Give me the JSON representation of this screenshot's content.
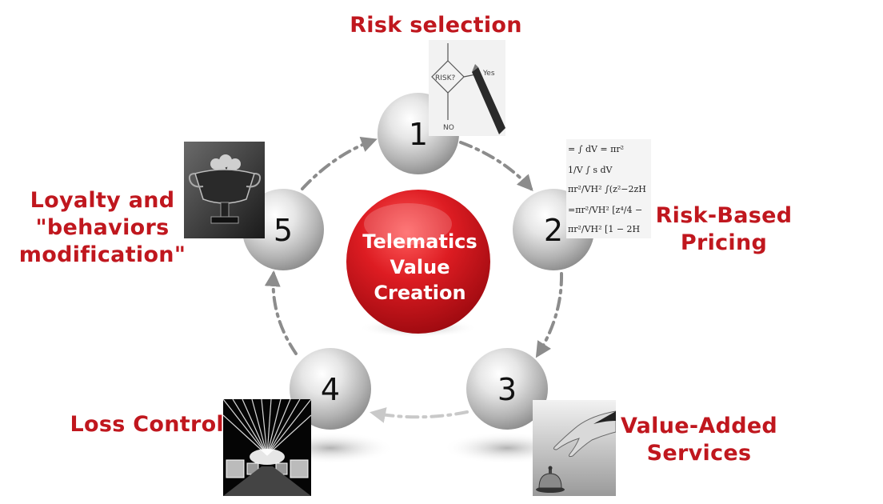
{
  "center": {
    "line1": "Telematics",
    "line2": "Value",
    "line3": "Creation",
    "color": "#c8151b"
  },
  "steps": [
    {
      "number": "1",
      "label": "Risk selection",
      "photo_icon": "flowchart-pen-icon"
    },
    {
      "number": "2",
      "label_line1": "Risk-Based",
      "label_line2": "Pricing",
      "photo_icon": "math-formulas-icon"
    },
    {
      "number": "3",
      "label_line1": "Value-Added",
      "label_line2": "Services",
      "photo_icon": "service-bell-icon"
    },
    {
      "number": "4",
      "label": "Loss Control",
      "photo_icon": "light-tunnel-icon"
    },
    {
      "number": "5",
      "label_line1": "Loyalty and",
      "label_line2": "\"behaviors",
      "label_line3": "modification\"",
      "photo_icon": "trophy-icon"
    }
  ],
  "colors": {
    "label": "#c0171e",
    "arrow": "#8c8c8c",
    "arrow_faded": "#c9c9c9",
    "ball": "#bdbdbd"
  }
}
